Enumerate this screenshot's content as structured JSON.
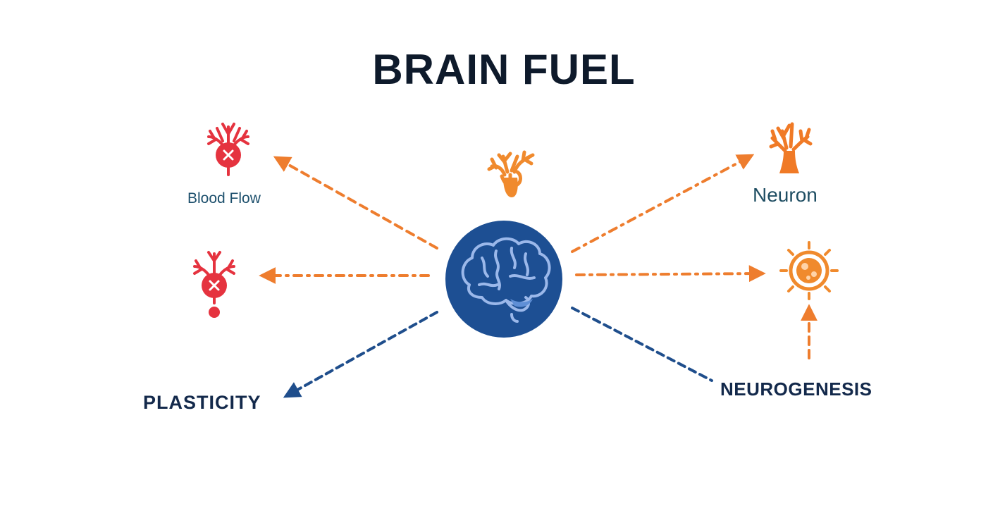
{
  "diagram": {
    "title": "BRAIN FUEL",
    "nodes": {
      "blood_flow": {
        "label": "Blood Flow",
        "icon": "neuron-cell-x-icon"
      },
      "neuron": {
        "label": "Neuron",
        "icon": "neuron-icon"
      },
      "plasticity": {
        "label": "PLASTICITY"
      },
      "neurogenesis": {
        "label": "NEUROGENESIS"
      },
      "center": {
        "icon": "brain-icon"
      }
    },
    "icons": [
      "neuron-cell-x-icon",
      "neuron-icon",
      "cell-icon",
      "brain-icon"
    ],
    "colors": {
      "accent_orange": "#ee7d2e",
      "navy": "#1f4e8c",
      "brain_circle": "#1d4f93",
      "red": "#e5333f",
      "text_dark": "#0e1a2b"
    }
  }
}
